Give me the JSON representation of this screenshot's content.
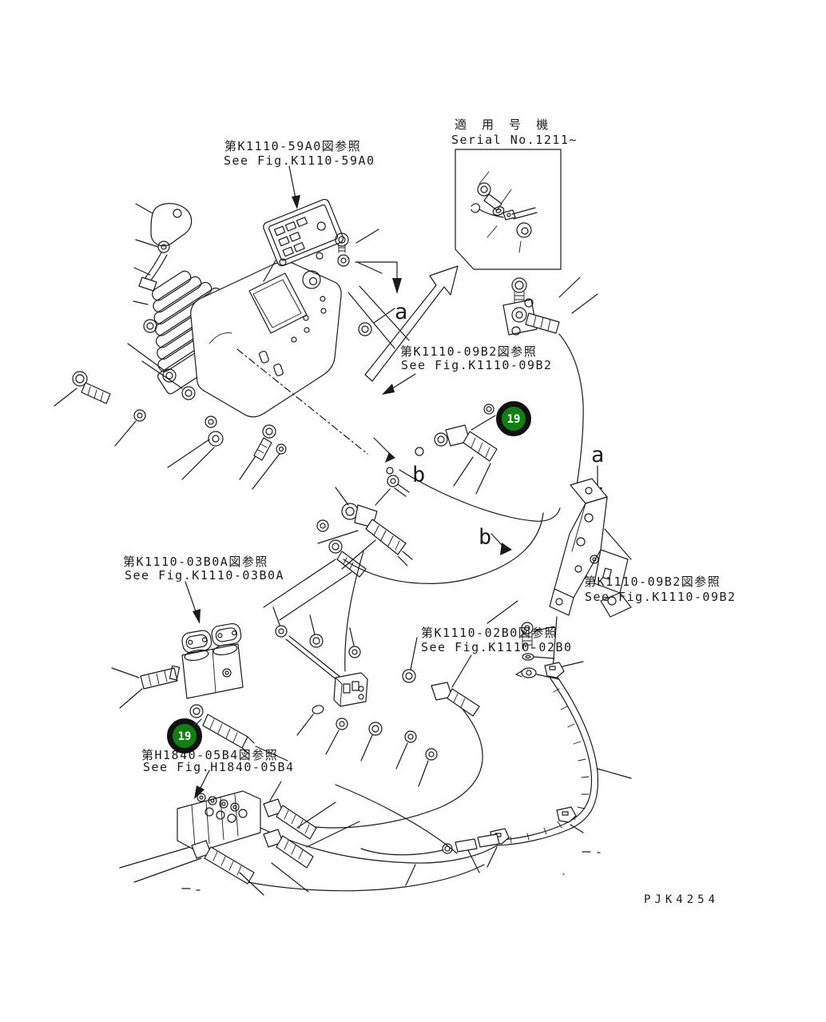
{
  "figure": {
    "drawing_code": "PJK4254",
    "serial_note": {
      "jp": "適 用 号 機",
      "en": "Serial No.1211~"
    },
    "references": {
      "fig_59a0": {
        "jp": "第K1110-59A0図参照",
        "en": "See Fig.K1110-59A0"
      },
      "fig_09b2_upper": {
        "jp": "第K1110-09B2図参照",
        "en": "See Fig.K1110-09B2"
      },
      "fig_09b2_right": {
        "jp": "第K1110-09B2図参照",
        "en": "See Fig.K1110-09B2"
      },
      "fig_02b0": {
        "jp": "第K1110-02B0図参照",
        "en": "See Fig.K1110-02B0"
      },
      "fig_03b0a": {
        "jp": "第K1110-03B0A図参照",
        "en": "See Fig.K1110-03B0A"
      },
      "fig_h1840": {
        "jp": "第H1840-05B4図参照",
        "en": "See Fig.H1840-05B4"
      }
    },
    "callouts": {
      "upper": "19",
      "lower": "19"
    },
    "view_markers": {
      "a_top": "a",
      "a_right": "a",
      "b_left": "b",
      "b_right": "b"
    },
    "colors": {
      "callout_fill": "#147d14",
      "callout_ring": "#111111",
      "callout_text": "#ffffff",
      "line": "#1a1a1a",
      "background": "#ffffff"
    }
  }
}
